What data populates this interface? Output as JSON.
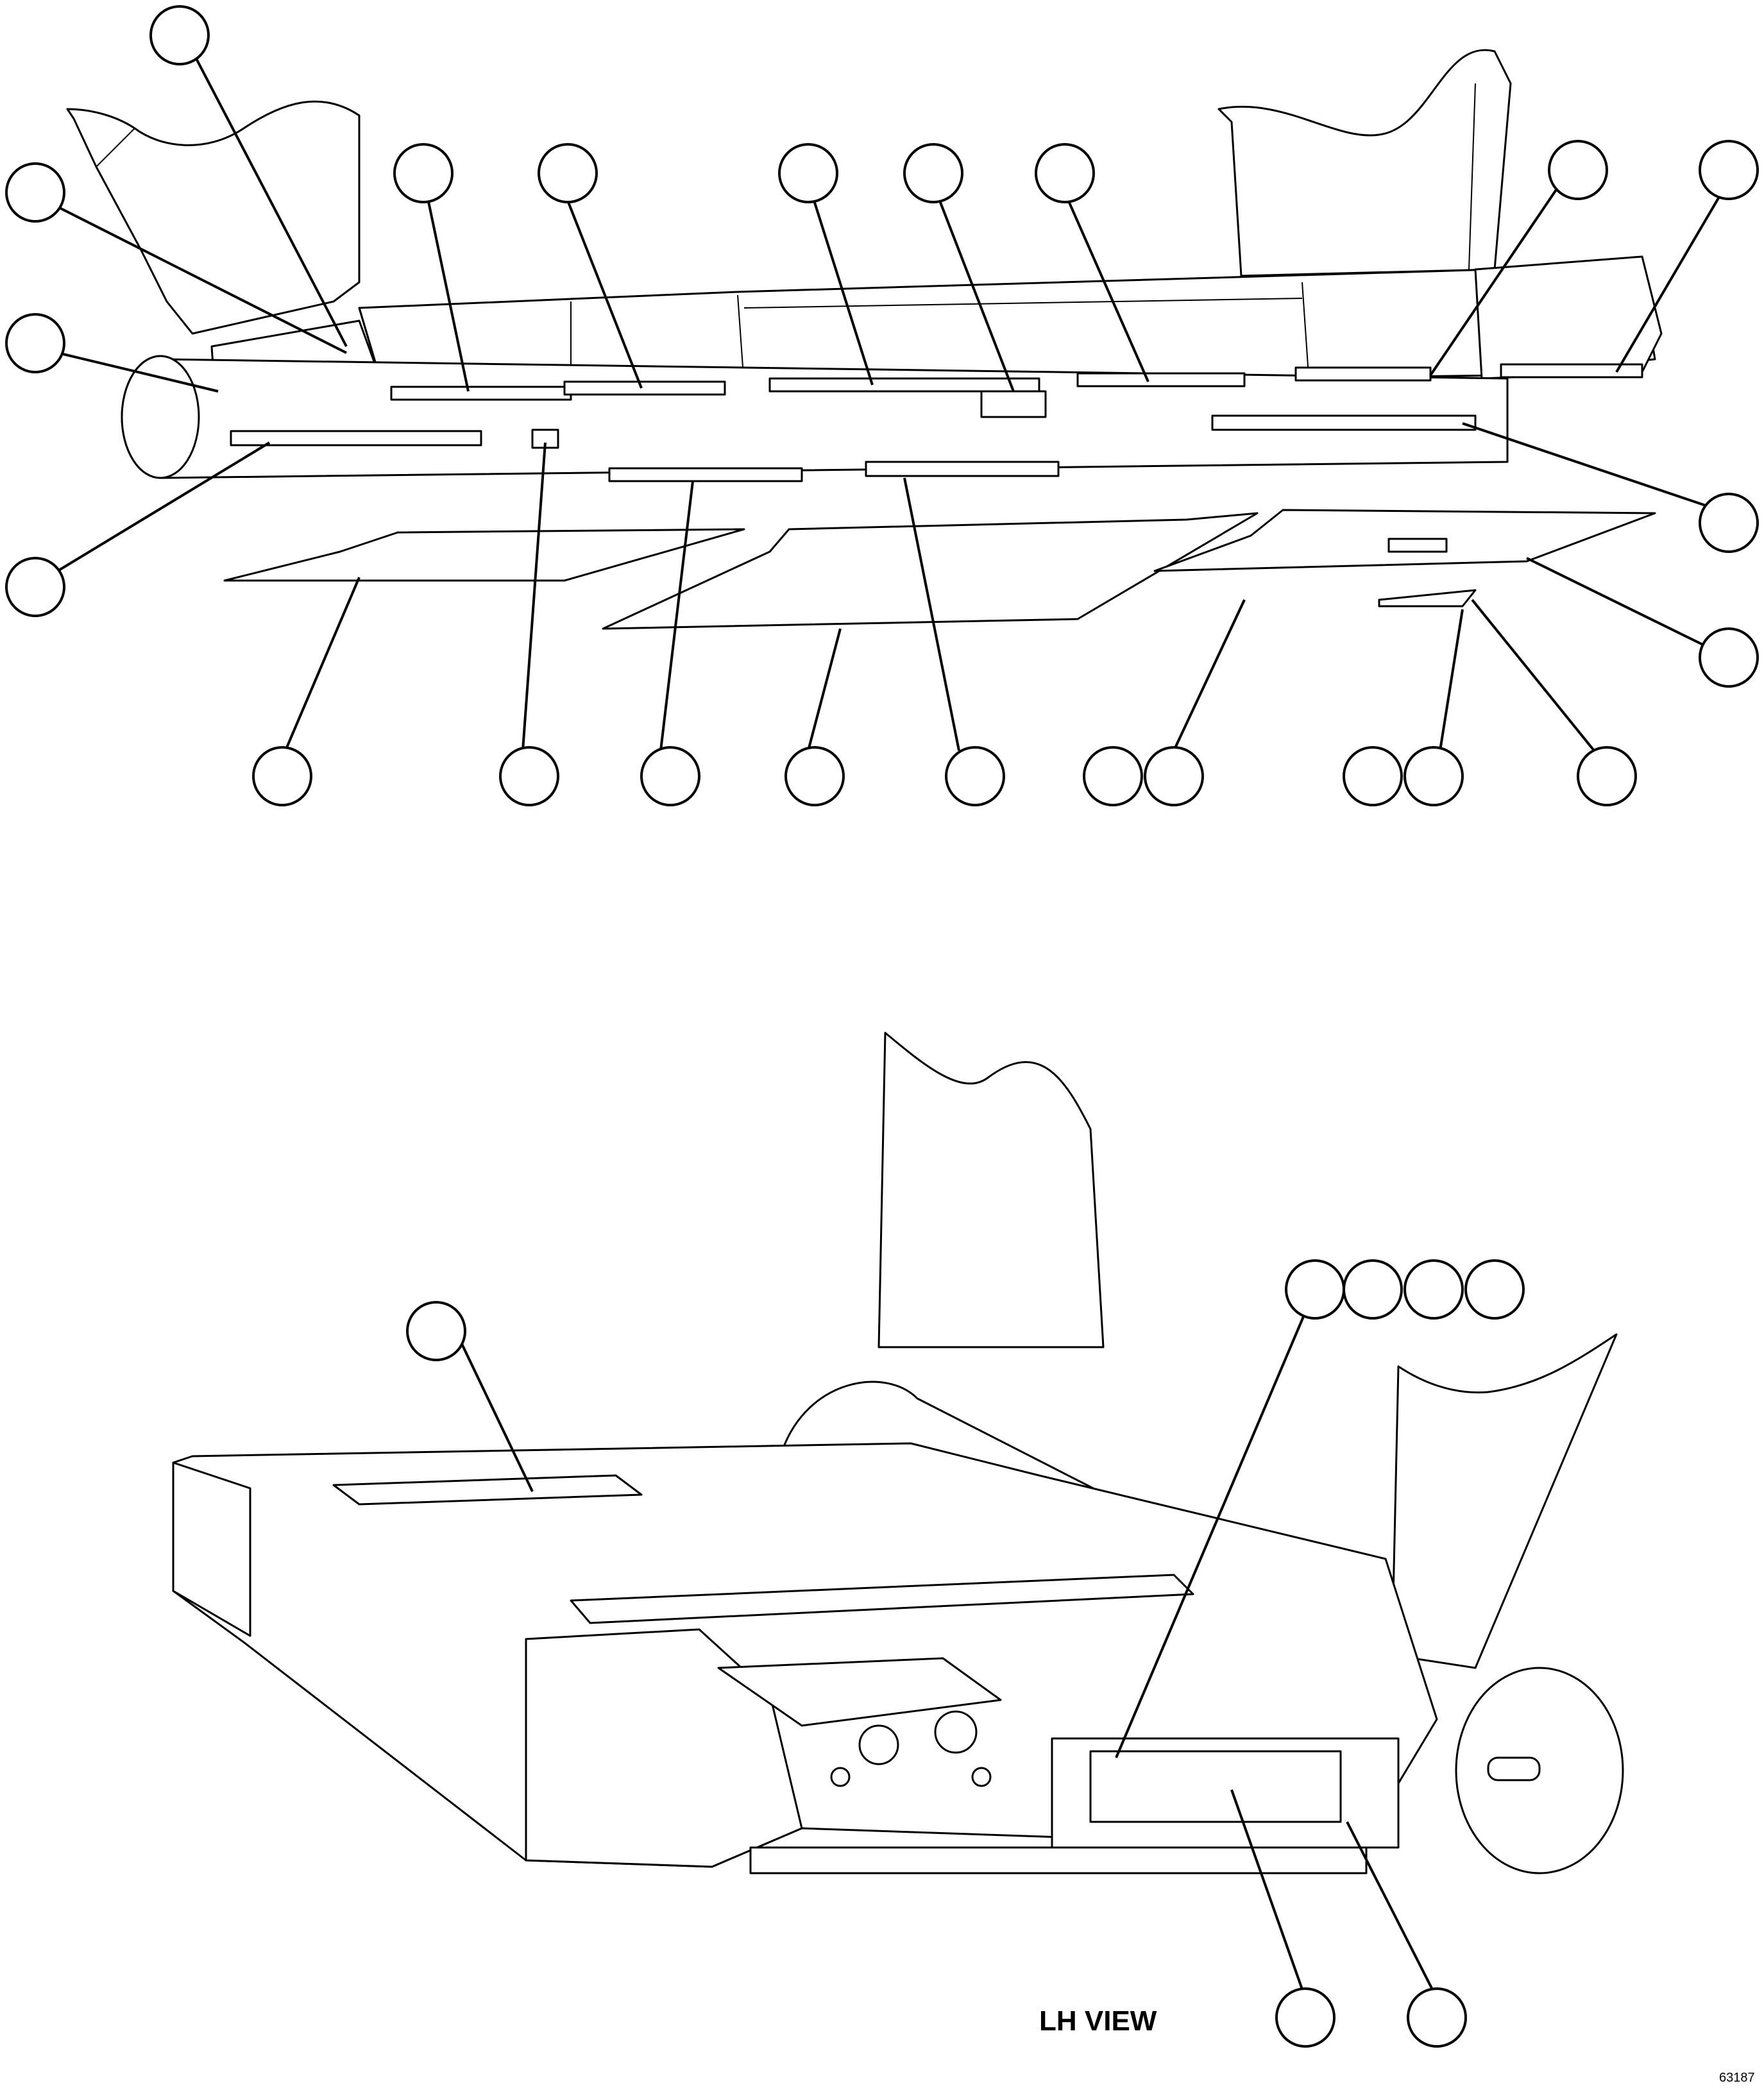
{
  "figure": {
    "view_label": "LH VIEW",
    "figure_code": "63187"
  },
  "colors": {
    "line": "#000000",
    "background": "#ffffff"
  },
  "callouts": {
    "top_view_count": 23,
    "lh_view_count": 7
  }
}
